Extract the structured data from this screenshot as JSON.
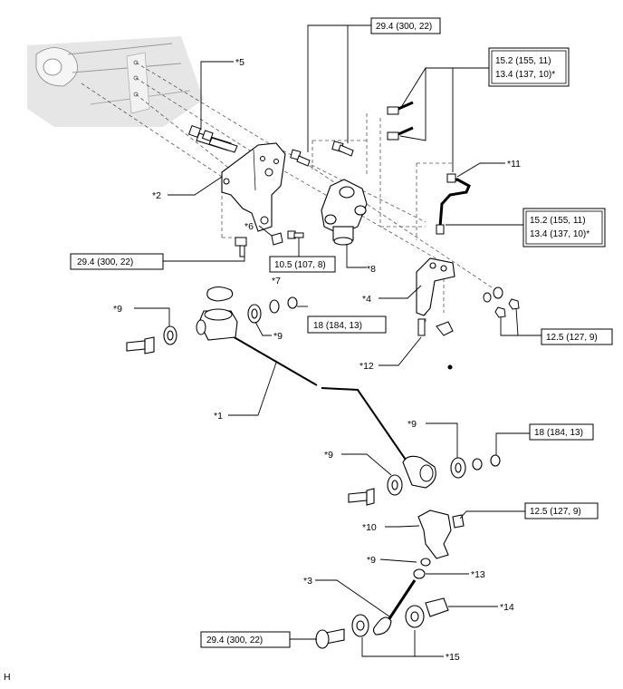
{
  "figure": {
    "corner_label": "H"
  },
  "callouts": {
    "c1": "*1",
    "c2": "*2",
    "c3": "*3",
    "c4": "*4",
    "c5": "*5",
    "c6": "*6",
    "c7": "*7",
    "c8": "*8",
    "c9a": "*9",
    "c9b": "*9",
    "c9c": "*9",
    "c9d": "*9",
    "c9e": "*9",
    "c10": "*10",
    "c11": "*11",
    "c12": "*12",
    "c13": "*13",
    "c14": "*14",
    "c15": "*15"
  },
  "torque": {
    "t_top": "29.4 (300, 22)",
    "t_right1_a": "15.2 (155, 11)",
    "t_right1_b": "13.4 (137, 10)*",
    "t_right2_a": "15.2 (155, 11)",
    "t_right2_b": "13.4 (137, 10)*",
    "t_left_mid": "29.4 (300, 22)",
    "t_small": "10.5 (107, 8)",
    "t_nut_mid": "18 (184, 13)",
    "t_right_mid": "12.5 (127, 9)",
    "t_right_low": "18 (184, 13)",
    "t_bracket_low": "12.5 (127, 9)",
    "t_bottom": "29.4 (300, 22)"
  }
}
